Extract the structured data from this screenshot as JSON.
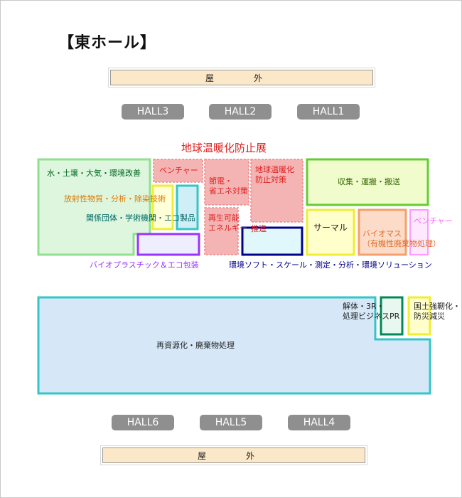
{
  "title": "【東ホール】",
  "outside_top": "屋　外",
  "outside_bottom": "屋　外",
  "halls_top": [
    "HALL3",
    "HALL2",
    "HALL1"
  ],
  "halls_bottom": [
    "HALL6",
    "HALL5",
    "HALL4"
  ],
  "upper": {
    "header": "地球温暖化防止展",
    "water": "水・土壌・大気・環境改善",
    "venture_left": "ベンチャー",
    "setsuden": "節電・\n省エネ対策",
    "ondanka": "地球温暖化\n防止対策",
    "collect": "収集・運搬・搬送",
    "radiation": "放射性物質・分析・除染技術",
    "kankei": "関係団体・学術機関・エコ製品",
    "saisei": "再生可能\nエネルギー",
    "suishin": "推進",
    "thermal": "サーマル",
    "biomass": "バイオマス\n（有機性廃棄物処理）",
    "venture_right": "ベンチャー",
    "bioplastic": "バイオプラスチック＆エコ包装",
    "soft": "環境ソフト・スケール・測定・分析・環境ソリューション"
  },
  "lower": {
    "recycle": "再資源化・廃棄物処理",
    "kaitai": "解体・3R・\n処理ビジネスPR",
    "kokudo": "国土強靭化・\n防災減災"
  },
  "colors": {
    "water": "#90e090",
    "collect": "#66cc33",
    "yellow": "#eeee33",
    "teal": "#33c6c6",
    "purple": "#9933ff",
    "navy": "#00008b",
    "orange": "#f4a06a",
    "pink": "#ff99ff",
    "red_label": "#e02020",
    "dashed_fill": "#f4b4b4",
    "lower_fill": "#d6e8f8",
    "green_dark": "#008855"
  }
}
